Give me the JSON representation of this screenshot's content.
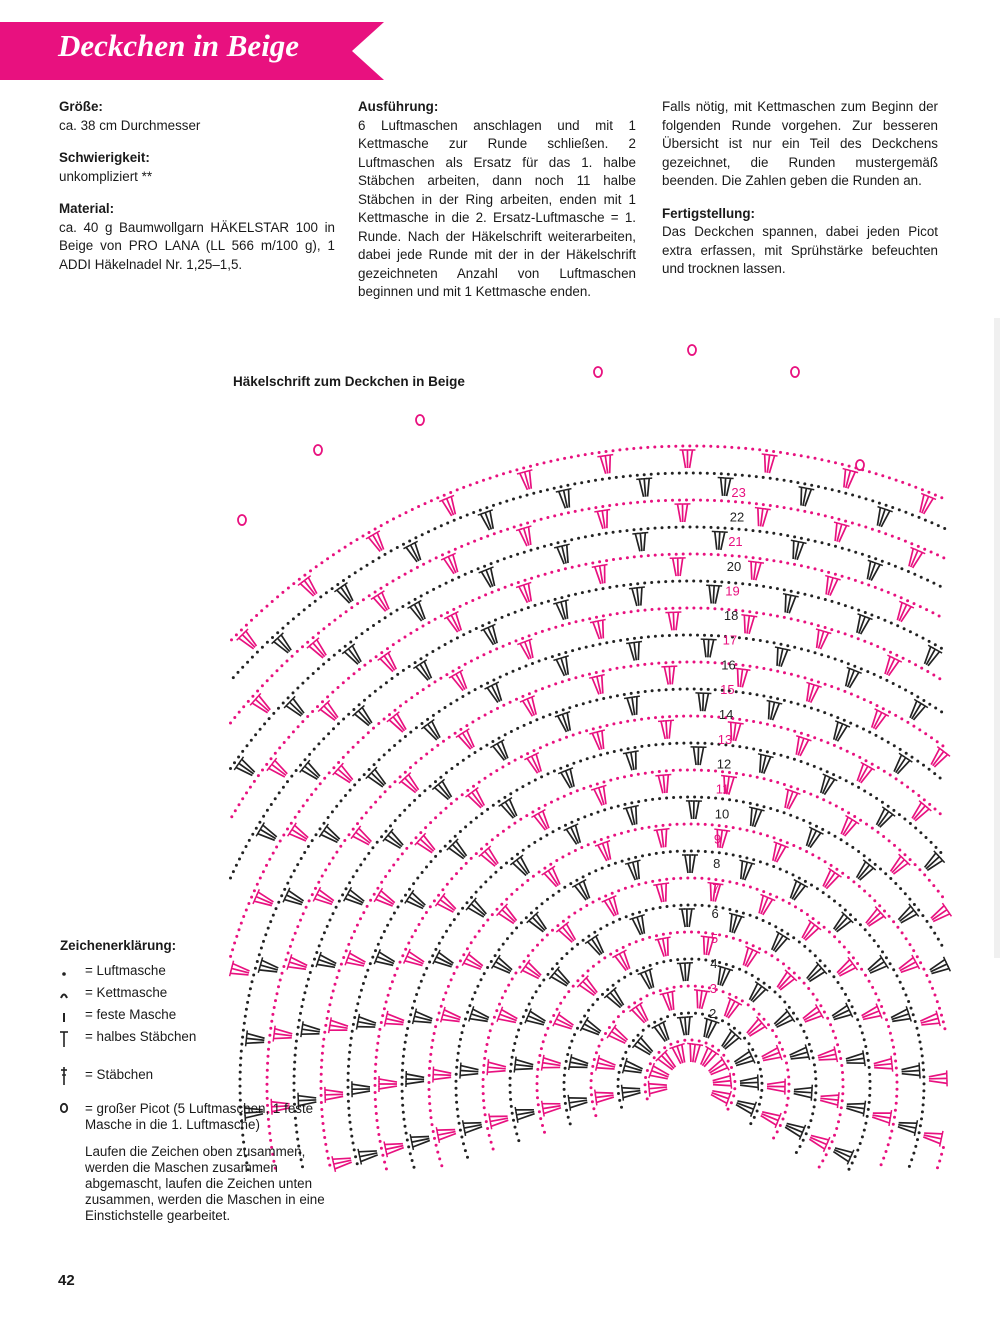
{
  "header": {
    "title": "Deckchen in Beige",
    "banner_color": "#e8117f"
  },
  "left_column": {
    "size_heading": "Größe:",
    "size_text": "ca. 38 cm Durchmesser",
    "difficulty_heading": "Schwierigkeit:",
    "difficulty_text": "unkompliziert **",
    "material_heading": "Material:",
    "material_text": "ca. 40 g Baumwollgarn HÄKELSTAR 100 in Beige von PRO LANA (LL 566 m/100 g), 1 ADDI Häkelnadel Nr. 1,25–1,5."
  },
  "middle_column": {
    "execution_heading": "Ausführung:",
    "execution_text": "6 Luftmaschen anschlagen und mit 1 Kettmasche zur Runde schließen. 2 Luftmaschen als Ersatz für das 1. halbe Stäbchen arbeiten, dann noch 11 halbe Stäbchen in der Ring arbeiten, enden mit 1 Kettmasche in die 2. Ersatz-Luftmasche = 1. Runde. Nach der Häkelschrift weiterarbeiten, dabei jede Runde mit der in der Häkelschrift gezeichneten Anzahl von Luftmaschen beginnen und mit 1 Kettmasche enden."
  },
  "right_column": {
    "continued_text": "Falls nötig, mit Kettmaschen zum Beginn der folgenden Runde vorgehen. Zur besseren Übersicht ist nur ein Teil des Deckchens gezeichnet, die Runden mustergemäß beenden. Die Zahlen geben die Runden an.",
    "finishing_heading": "Fertigstellung:",
    "finishing_text": "Das Deckchen spannen, dabei jeden Picot extra erfassen, mit Sprühstärke befeuchten und trocknen lassen."
  },
  "chart": {
    "title": "Häkelschrift zum Deckchen in Beige",
    "round_labels": [
      "2",
      "3",
      "4",
      "5",
      "6",
      "7",
      "8",
      "9",
      "10",
      "11",
      "12",
      "13",
      "14",
      "15",
      "16",
      "17",
      "18",
      "19",
      "20",
      "21",
      "22",
      "23"
    ],
    "colors": {
      "pink": "#e8117f",
      "black": "#222222"
    }
  },
  "legend": {
    "title": "Zeichenerklärung:",
    "items": [
      {
        "symbol": "chain-stitch-icon",
        "text": "= Luftmasche"
      },
      {
        "symbol": "slip-stitch-icon",
        "text": "= Kettmasche"
      },
      {
        "symbol": "single-crochet-icon",
        "text": "= feste Masche"
      },
      {
        "symbol": "half-double-crochet-icon",
        "text": "= halbes Stäbchen"
      },
      {
        "symbol": "double-crochet-icon",
        "text": "= Stäbchen"
      },
      {
        "symbol": "picot-icon",
        "text": "= großer Picot (5 Luftmaschen, 1 feste Masche in die 1. Luftmasche)"
      }
    ],
    "note": "Laufen die Zeichen oben zusammen, werden die Maschen zusammen abgemascht, laufen die Zeichen unten zusammen, werden die Maschen in eine Einstichstelle gearbeitet."
  },
  "footer": {
    "page_number": "42"
  }
}
